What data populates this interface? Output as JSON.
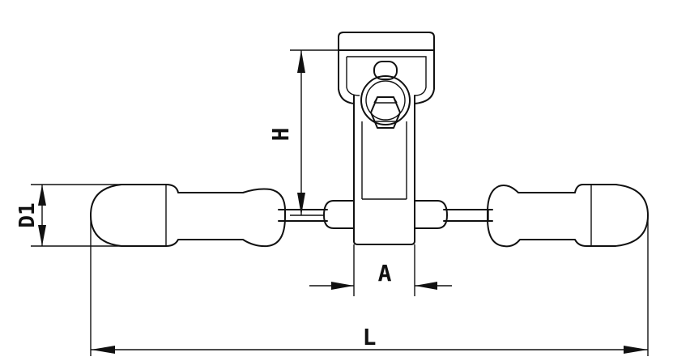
{
  "labels": {
    "h": "H",
    "d1": "D1",
    "a": "A",
    "l": "L"
  },
  "colors": {
    "line": "#111111",
    "background": "#ffffff"
  }
}
